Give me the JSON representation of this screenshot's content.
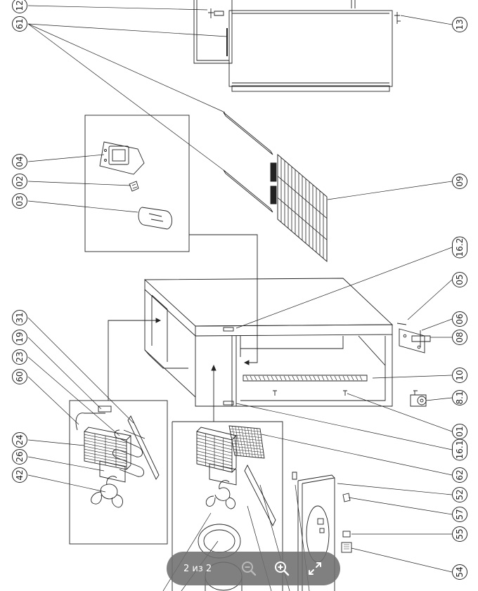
{
  "diagram": {
    "callouts": [
      {
        "id": "c12",
        "label": "12"
      },
      {
        "id": "c61",
        "label": "61"
      },
      {
        "id": "c13",
        "label": "13"
      },
      {
        "id": "c04",
        "label": "04"
      },
      {
        "id": "c02",
        "label": "02"
      },
      {
        "id": "c03",
        "label": "03"
      },
      {
        "id": "c09",
        "label": "09"
      },
      {
        "id": "c162",
        "label": "16.2"
      },
      {
        "id": "c05",
        "label": "05"
      },
      {
        "id": "c31",
        "label": "31"
      },
      {
        "id": "c06",
        "label": "06"
      },
      {
        "id": "c19",
        "label": "19"
      },
      {
        "id": "c08",
        "label": "08"
      },
      {
        "id": "c23",
        "label": "23"
      },
      {
        "id": "c10",
        "label": "10"
      },
      {
        "id": "c60",
        "label": "60"
      },
      {
        "id": "c81",
        "label": "8.1"
      },
      {
        "id": "c01",
        "label": "01"
      },
      {
        "id": "c24",
        "label": "24"
      },
      {
        "id": "c161",
        "label": "16.1"
      },
      {
        "id": "c26",
        "label": "26"
      },
      {
        "id": "c62",
        "label": "62"
      },
      {
        "id": "c42",
        "label": "42"
      },
      {
        "id": "c52",
        "label": "52"
      },
      {
        "id": "c57",
        "label": "57"
      },
      {
        "id": "c55",
        "label": "55"
      },
      {
        "id": "c54",
        "label": "54"
      }
    ]
  },
  "viewer": {
    "page_counter": "2 из 2",
    "zoom_out_icon": "zoom-out-icon",
    "zoom_in_icon": "zoom-in-icon",
    "fullscreen_icon": "fullscreen-icon"
  }
}
